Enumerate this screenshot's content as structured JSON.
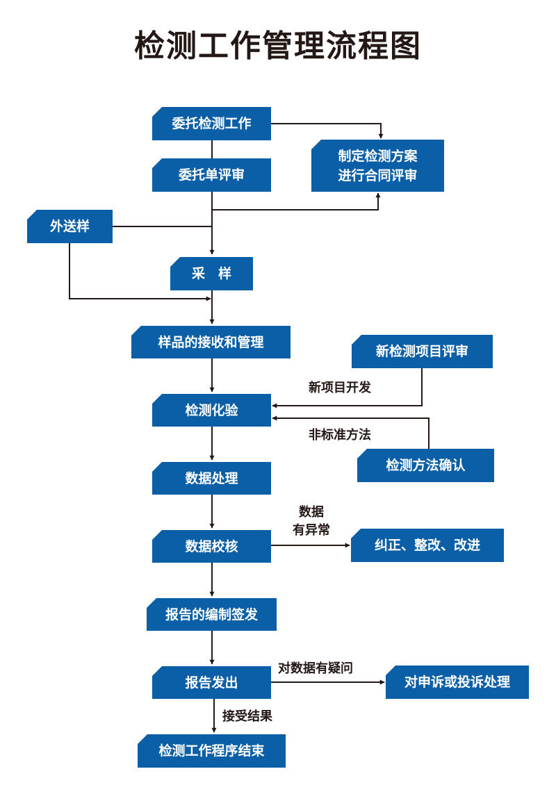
{
  "title": "检测工作管理流程图",
  "colors": {
    "node_fill": "#0b5fa6",
    "node_shadow": "#16365e",
    "line": "#231815",
    "text": "#231815"
  },
  "nodes": {
    "entrust": "委托检测工作",
    "review": "委托单评审",
    "plan": "制定检测方案\n进行合同评审",
    "outsource": "外送样",
    "sampling": "采　样",
    "receive": "样品的接收和管理",
    "new_item_review": "新检测项目评审",
    "testing": "检测化验",
    "method_confirm": "检测方法确认",
    "data_process": "数据处理",
    "data_check": "数据校核",
    "correct": "纠正、整改、改进",
    "report_prepare": "报告的编制签发",
    "report_issue": "报告发出",
    "complaint": "对申诉或投诉处理",
    "end": "检测工作程序结束"
  },
  "labels": {
    "new_dev": "新项目开发",
    "nonstd": "非标准方法",
    "abnormal": "数据\n有异常",
    "doubt": "对数据有疑问",
    "accept": "接受结果"
  }
}
